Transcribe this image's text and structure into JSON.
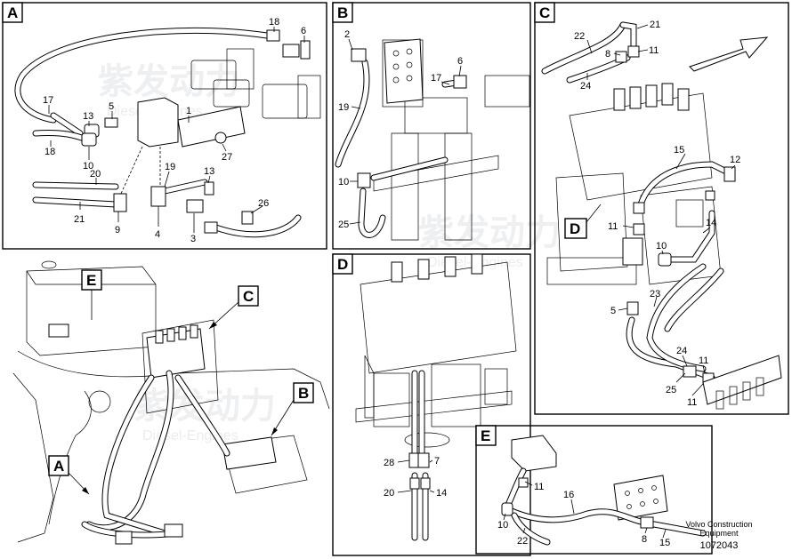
{
  "panels": {
    "A": {
      "letter": "A",
      "labels": [
        "18",
        "6",
        "17",
        "13",
        "5",
        "1",
        "18",
        "10",
        "27",
        "20",
        "19",
        "13",
        "21",
        "9",
        "4",
        "3",
        "26"
      ]
    },
    "B": {
      "letter": "B",
      "labels": [
        "2",
        "6",
        "17",
        "19",
        "10",
        "25"
      ]
    },
    "C": {
      "letter": "C",
      "labels": [
        "22",
        "21",
        "8",
        "11",
        "24",
        "15",
        "12",
        "11",
        "10",
        "14",
        "5",
        "23",
        "24",
        "11",
        "25",
        "11"
      ]
    },
    "D": {
      "letter": "D",
      "labels": [
        "28",
        "7",
        "20",
        "14"
      ]
    },
    "E": {
      "letter": "E",
      "labels": [
        "11",
        "16",
        "10",
        "22",
        "8",
        "15"
      ]
    },
    "overview": {
      "callouts": [
        "E",
        "C",
        "B",
        "A"
      ]
    },
    "callout_D": "D"
  },
  "caption": {
    "line1": "Volvo Construction",
    "line2": "Equipment",
    "number": "1072043"
  },
  "watermark": {
    "cn": "紫发动力",
    "en": "Diesel-Engines"
  }
}
